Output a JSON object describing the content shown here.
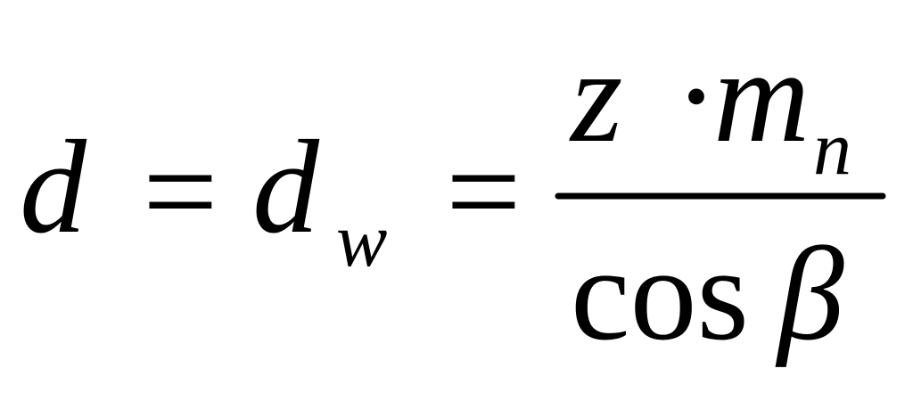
{
  "formula": {
    "lhs": {
      "symbol": "d"
    },
    "equals_1": "=",
    "middle": {
      "symbol": "d",
      "subscript": "w"
    },
    "equals_2": "=",
    "numerator": {
      "factor_1": "z",
      "operator": "·",
      "factor_2": "m",
      "factor_2_subscript": "n"
    },
    "denominator": {
      "function": "cos",
      "argument": "β"
    }
  },
  "colors": {
    "text": "#000000",
    "background": "#ffffff"
  }
}
